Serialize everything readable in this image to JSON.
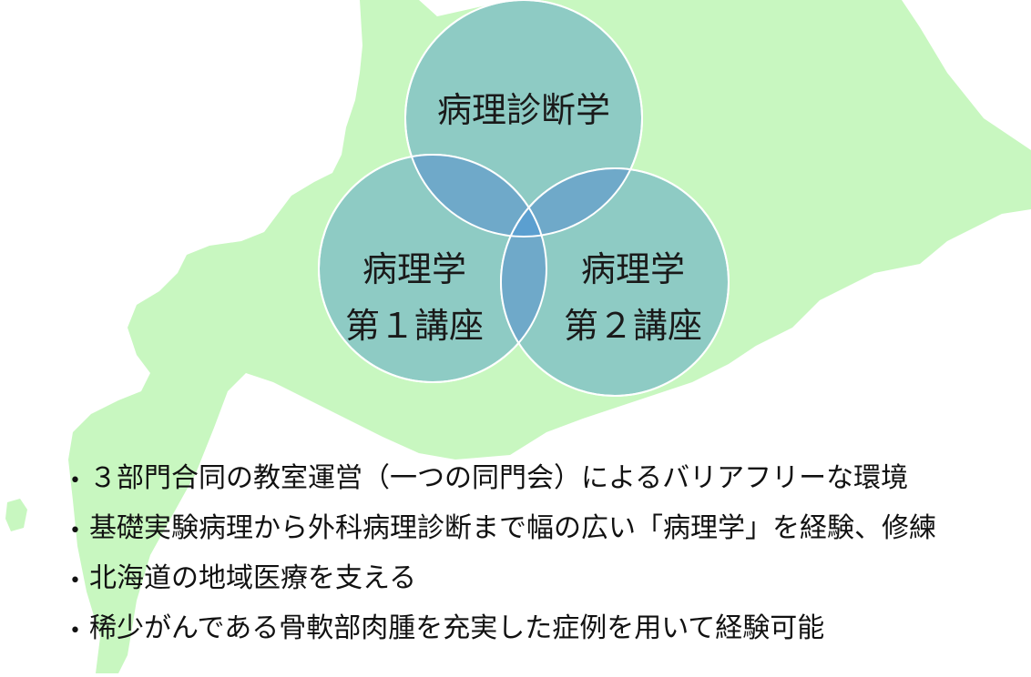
{
  "diagram": {
    "circles": [
      {
        "lines": [
          "病理診断学"
        ]
      },
      {
        "lines": [
          "病理学",
          "第１講座"
        ]
      },
      {
        "lines": [
          "病理学",
          "第２講座"
        ]
      }
    ]
  },
  "bullets": [
    "３部門合同の教室運営（一つの同門会）によるバリアフリーな環境",
    "基礎実験病理から外科病理診断まで幅の広い「病理学」を経験、修練",
    "北海道の地域医療を支える",
    "稀少がんである骨軟部肉腫を充実した症例を用いて経験可能"
  ],
  "colors": {
    "map": "#c8f7c0",
    "circle": "#8ecbc4",
    "overlap": "#6fa9c9",
    "center": "#5b9fd0"
  }
}
